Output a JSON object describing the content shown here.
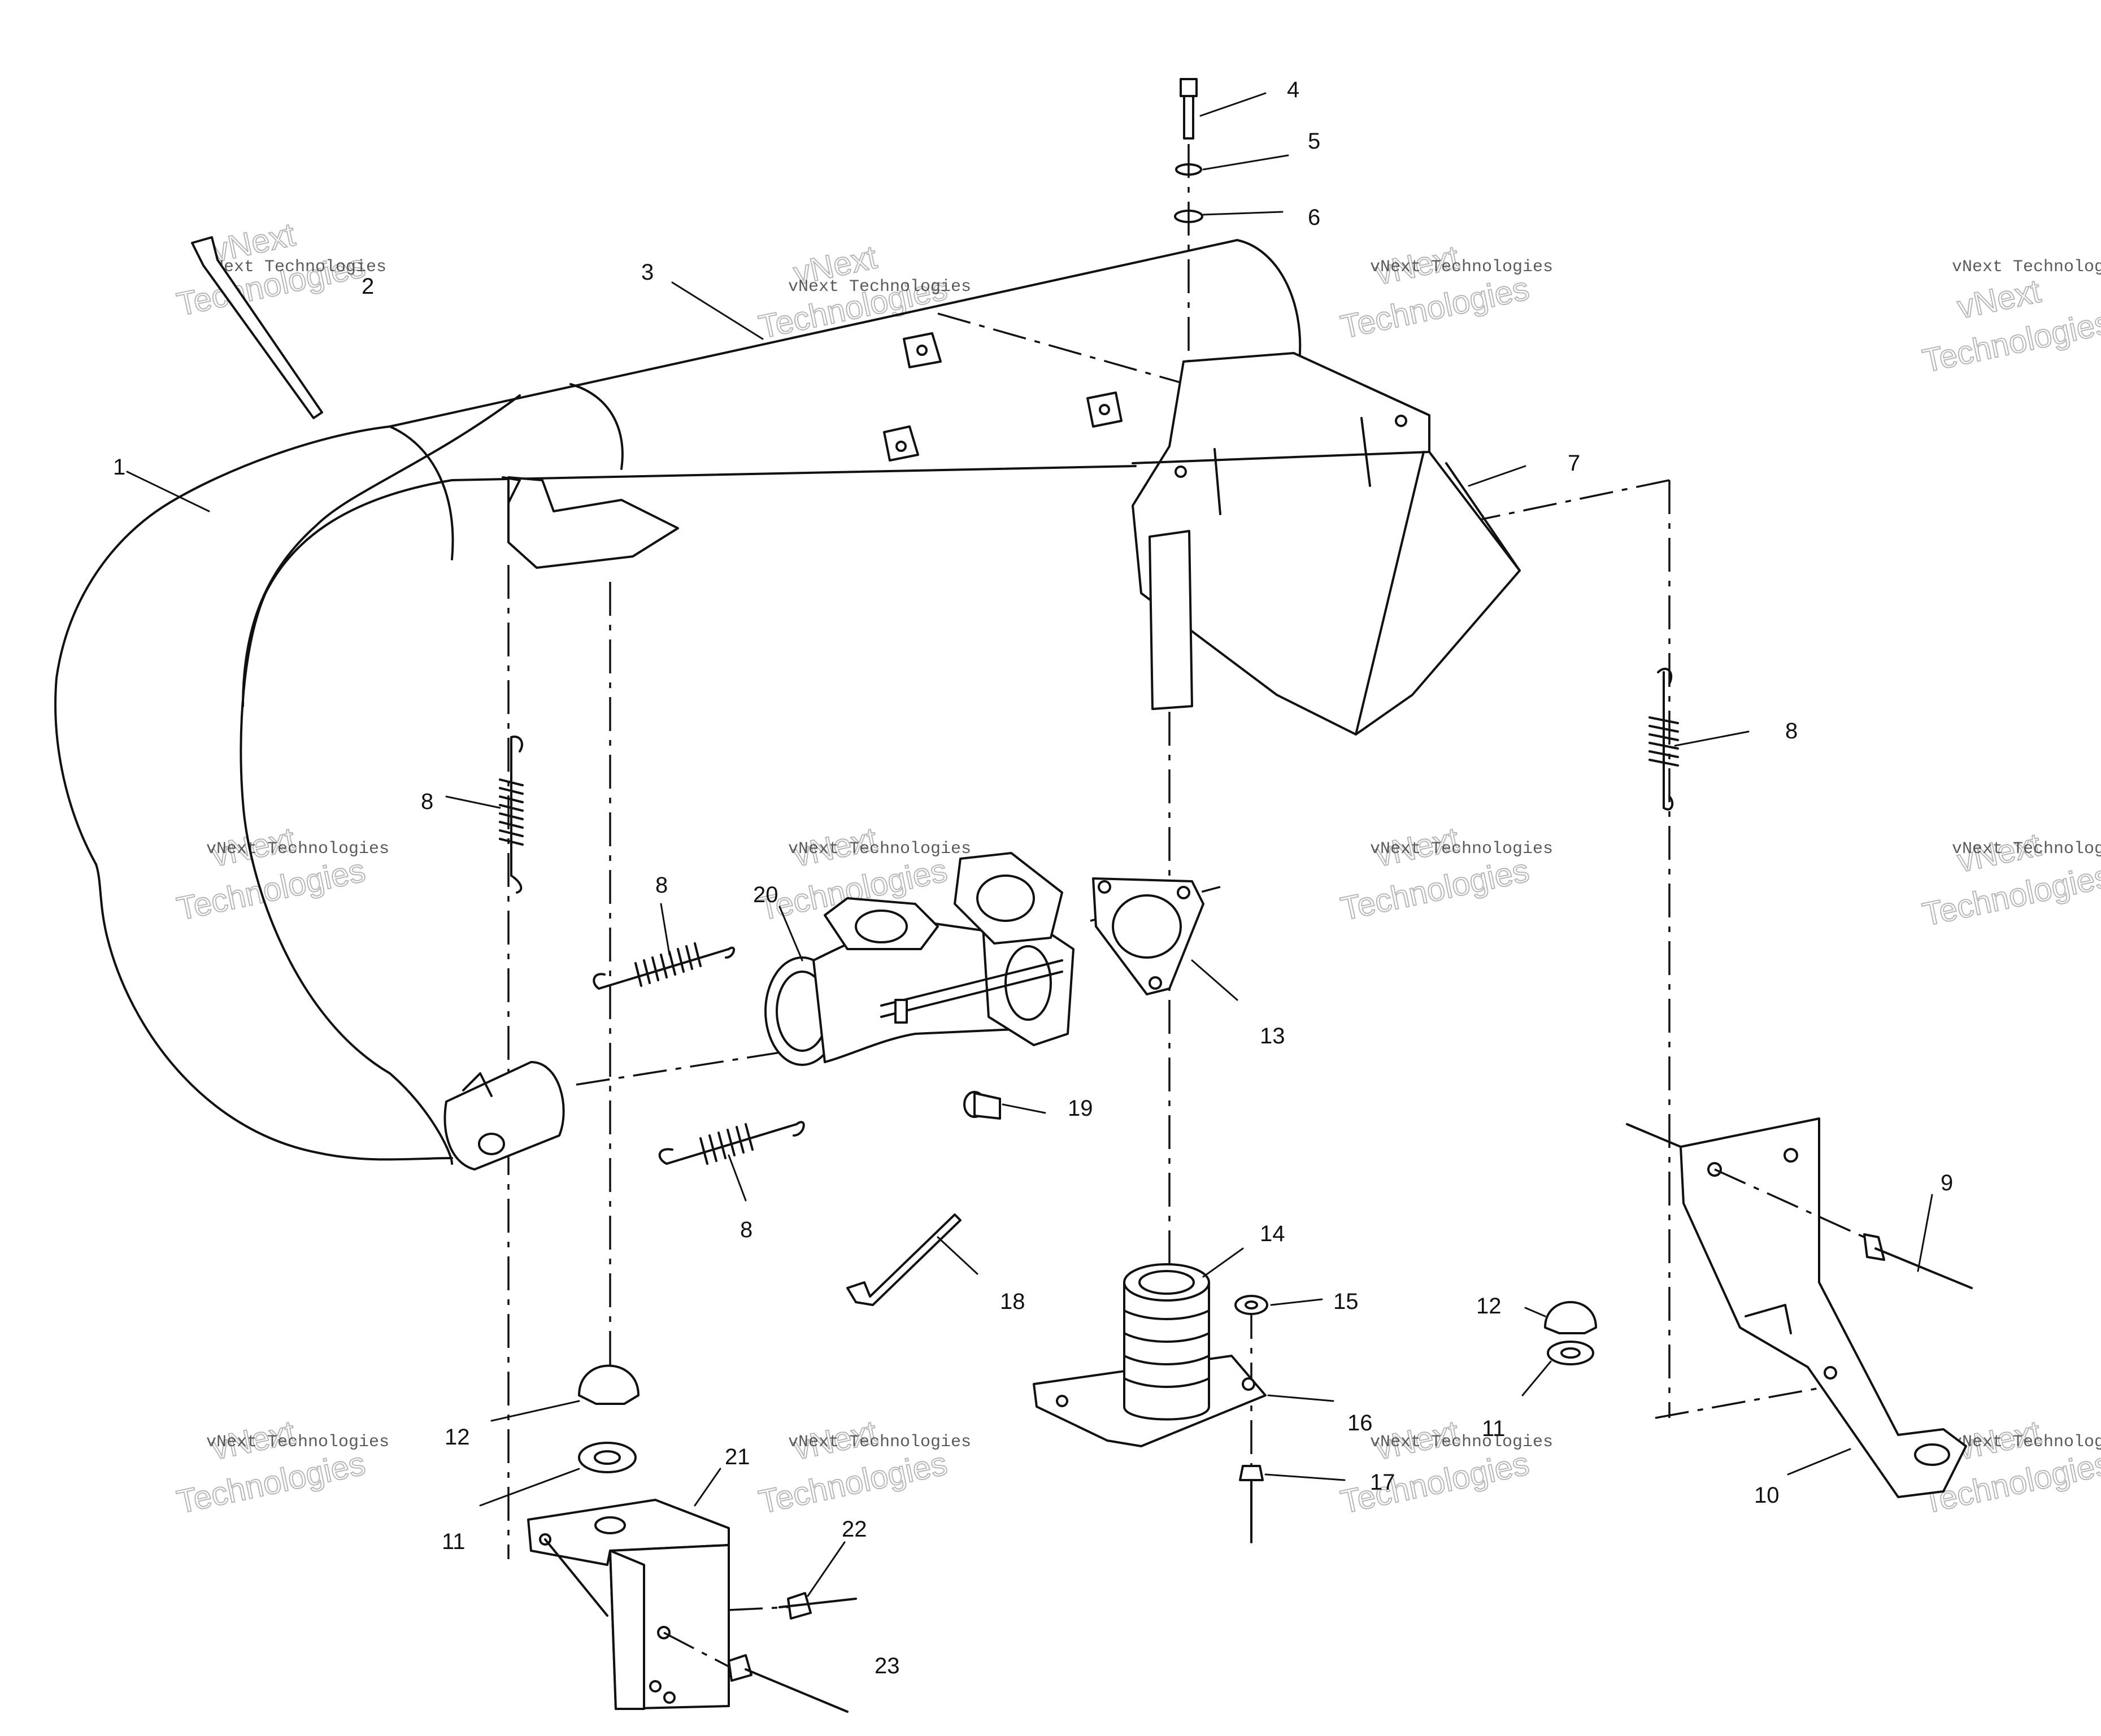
{
  "diagram": {
    "callouts": [
      {
        "id": "c1",
        "text": "1"
      },
      {
        "id": "c2",
        "text": "2"
      },
      {
        "id": "c3",
        "text": "3"
      },
      {
        "id": "c4",
        "text": "4"
      },
      {
        "id": "c5",
        "text": "5"
      },
      {
        "id": "c6",
        "text": "6"
      },
      {
        "id": "c7",
        "text": "7"
      },
      {
        "id": "c8a",
        "text": "8"
      },
      {
        "id": "c8b",
        "text": "8"
      },
      {
        "id": "c8c",
        "text": "8"
      },
      {
        "id": "c8d",
        "text": "8"
      },
      {
        "id": "c9",
        "text": "9"
      },
      {
        "id": "c10",
        "text": "10"
      },
      {
        "id": "c11a",
        "text": "11"
      },
      {
        "id": "c11b",
        "text": "11"
      },
      {
        "id": "c12a",
        "text": "12"
      },
      {
        "id": "c12b",
        "text": "12"
      },
      {
        "id": "c13",
        "text": "13"
      },
      {
        "id": "c14",
        "text": "14"
      },
      {
        "id": "c15",
        "text": "15"
      },
      {
        "id": "c16",
        "text": "16"
      },
      {
        "id": "c17",
        "text": "17"
      },
      {
        "id": "c18",
        "text": "18"
      },
      {
        "id": "c19",
        "text": "19"
      },
      {
        "id": "c20",
        "text": "20"
      },
      {
        "id": "c21",
        "text": "21"
      },
      {
        "id": "c22",
        "text": "22"
      },
      {
        "id": "c23",
        "text": "23"
      }
    ],
    "watermark": {
      "line1": "vNext Technologies",
      "line2": "Technologies",
      "top": "vNext"
    }
  }
}
